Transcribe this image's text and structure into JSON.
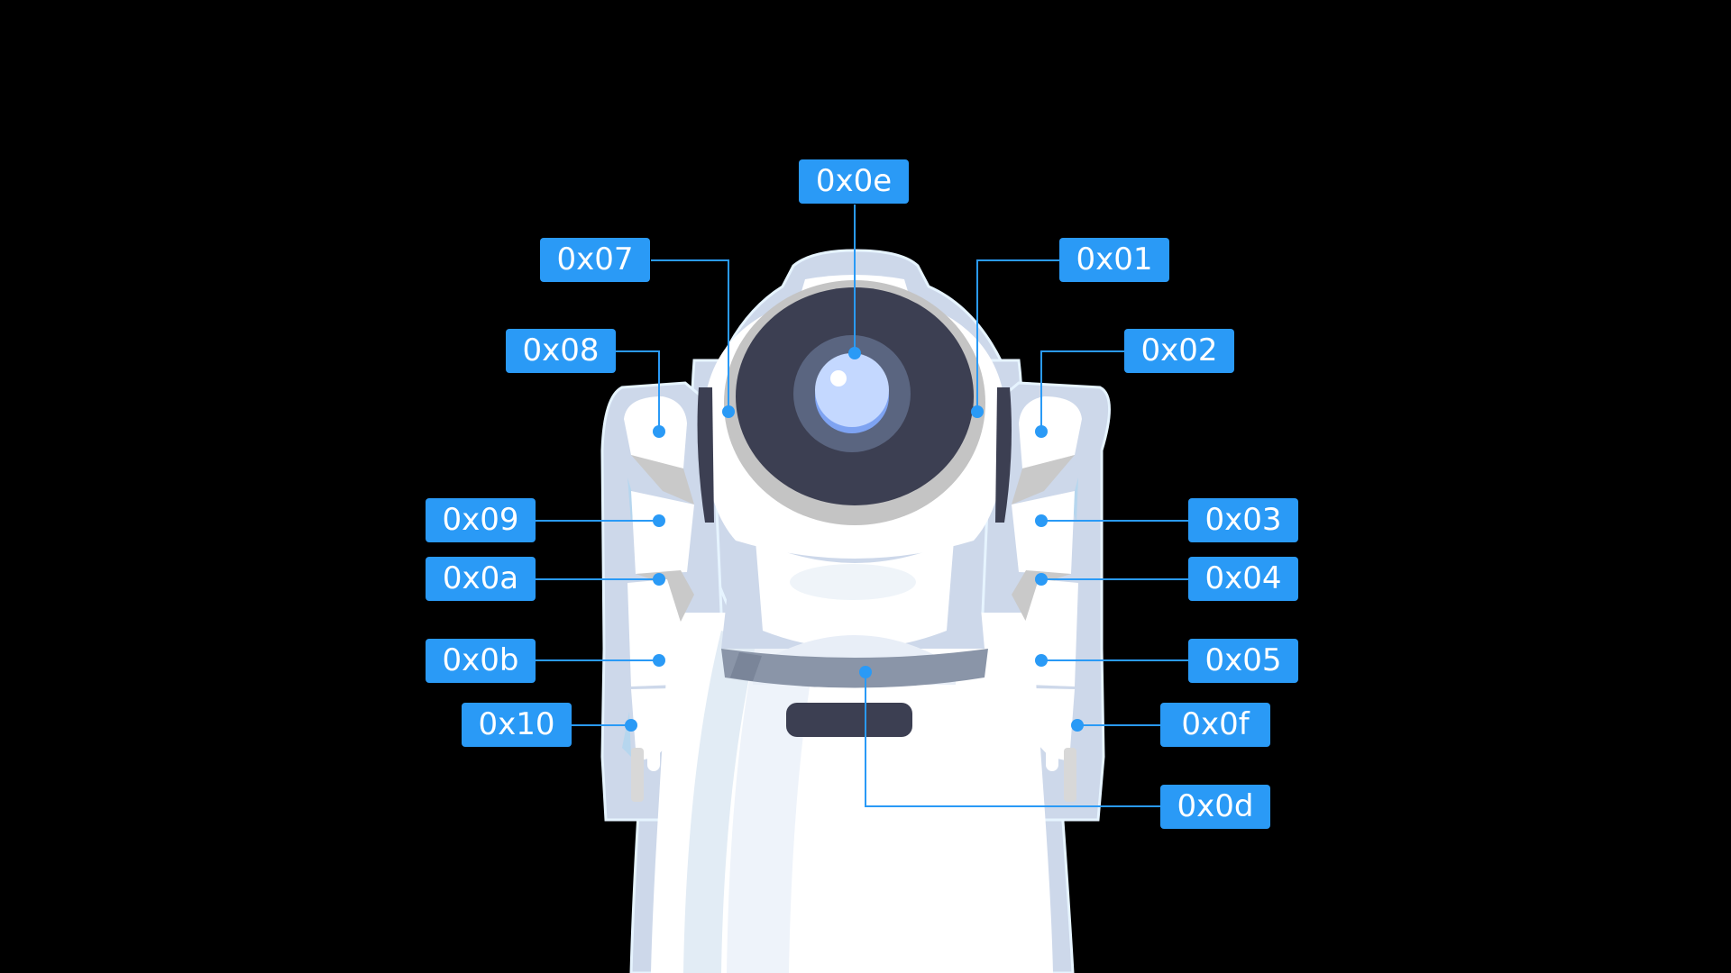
{
  "diagram": {
    "background": "#000000",
    "accent_color": "#2a9af6",
    "subject": "humanoid service robot, front view, with servo/joint ID callouts",
    "labels": [
      {
        "id": "0x0e",
        "text": "0x0e",
        "part": "head camera / eye",
        "side": "center"
      },
      {
        "id": "0x07",
        "text": "0x07",
        "part": "head left side",
        "side": "left"
      },
      {
        "id": "0x01",
        "text": "0x01",
        "part": "head right side",
        "side": "right"
      },
      {
        "id": "0x08",
        "text": "0x08",
        "part": "left shoulder",
        "side": "left"
      },
      {
        "id": "0x02",
        "text": "0x02",
        "part": "right shoulder",
        "side": "right"
      },
      {
        "id": "0x09",
        "text": "0x09",
        "part": "left upper arm",
        "side": "left"
      },
      {
        "id": "0x03",
        "text": "0x03",
        "part": "right upper arm",
        "side": "right"
      },
      {
        "id": "0x0a",
        "text": "0x0a",
        "part": "left elbow",
        "side": "left"
      },
      {
        "id": "0x04",
        "text": "0x04",
        "part": "right elbow",
        "side": "right"
      },
      {
        "id": "0x0b",
        "text": "0x0b",
        "part": "left forearm",
        "side": "left"
      },
      {
        "id": "0x05",
        "text": "0x05",
        "part": "right forearm",
        "side": "right"
      },
      {
        "id": "0x10",
        "text": "0x10",
        "part": "left wrist / hand",
        "side": "left"
      },
      {
        "id": "0x0f",
        "text": "0x0f",
        "part": "right wrist / hand",
        "side": "right"
      },
      {
        "id": "0x0d",
        "text": "0x0d",
        "part": "waist",
        "side": "right"
      }
    ]
  }
}
